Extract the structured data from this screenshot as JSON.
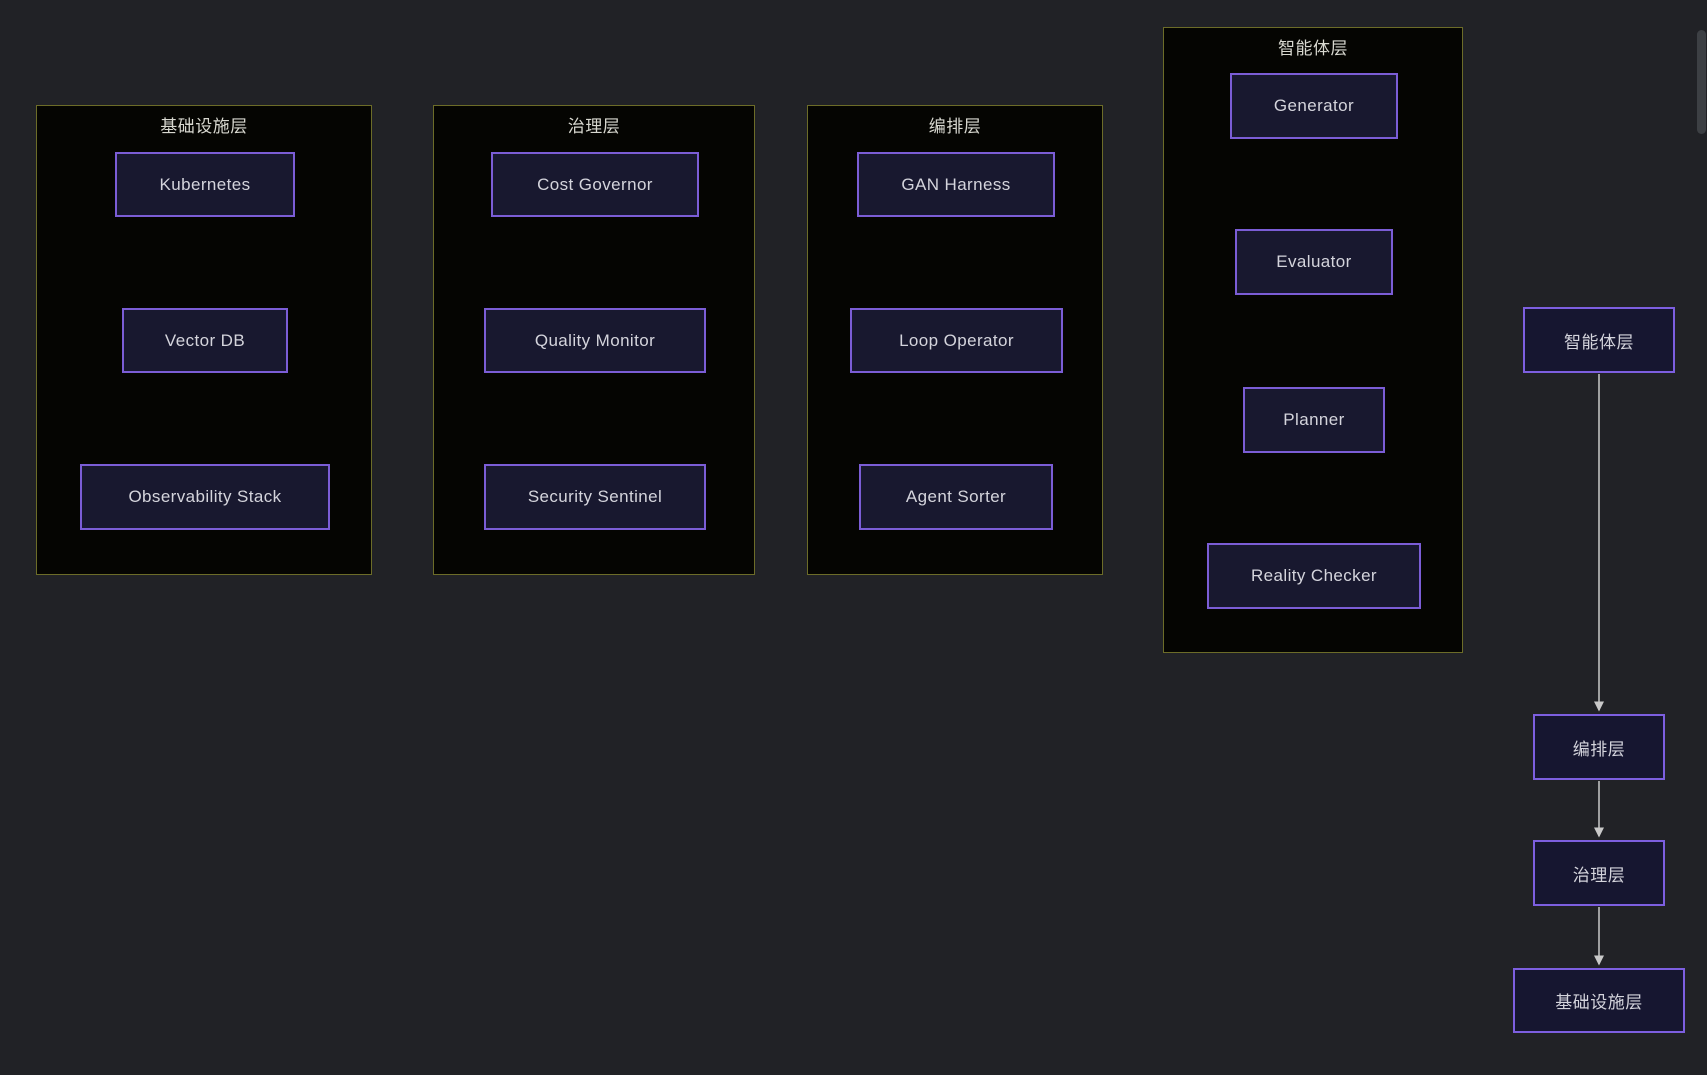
{
  "clusters": [
    {
      "id": "infrastructure",
      "title": "基础设施层",
      "nodes": [
        "Kubernetes",
        "Vector DB",
        "Observability Stack"
      ]
    },
    {
      "id": "governance",
      "title": "治理层",
      "nodes": [
        "Cost Governor",
        "Quality Monitor",
        "Security Sentinel"
      ]
    },
    {
      "id": "orchestration",
      "title": "编排层",
      "nodes": [
        "GAN Harness",
        "Loop Operator",
        "Agent Sorter"
      ]
    },
    {
      "id": "agents",
      "title": "智能体层",
      "nodes": [
        "Generator",
        "Evaluator",
        "Planner",
        "Reality Checker"
      ]
    }
  ],
  "edges": [
    {
      "from": "Kubernetes",
      "to": "Vector DB"
    },
    {
      "from": "Vector DB",
      "to": "Observability Stack"
    },
    {
      "from": "Cost Governor",
      "to": "Quality Monitor"
    },
    {
      "from": "Quality Monitor",
      "to": "Security Sentinel"
    },
    {
      "from": "GAN Harness",
      "to": "Loop Operator"
    },
    {
      "from": "Loop Operator",
      "to": "Agent Sorter"
    },
    {
      "from": "Generator",
      "to": "Evaluator"
    },
    {
      "from": "Evaluator",
      "to": "Planner"
    },
    {
      "from": "Planner",
      "to": "Reality Checker"
    },
    {
      "from": "智能体层",
      "to": "编排层"
    },
    {
      "from": "编排层",
      "to": "治理层"
    },
    {
      "from": "治理层",
      "to": "基础设施层"
    }
  ],
  "layer_chain": {
    "nodes": [
      "智能体层",
      "编排层",
      "治理层",
      "基础设施层"
    ]
  },
  "colors": {
    "canvas_bg": "#212226",
    "cluster_bg": "#050502",
    "cluster_border": "#6c6c28",
    "node_fill": "#18182f",
    "node_border": "#7b5dd6",
    "node_text": "#d4d4dc",
    "cluster_title_text": "#d8d8d0",
    "arrow": "#c9c9c9",
    "scrollbar_thumb": "#3d4044"
  }
}
